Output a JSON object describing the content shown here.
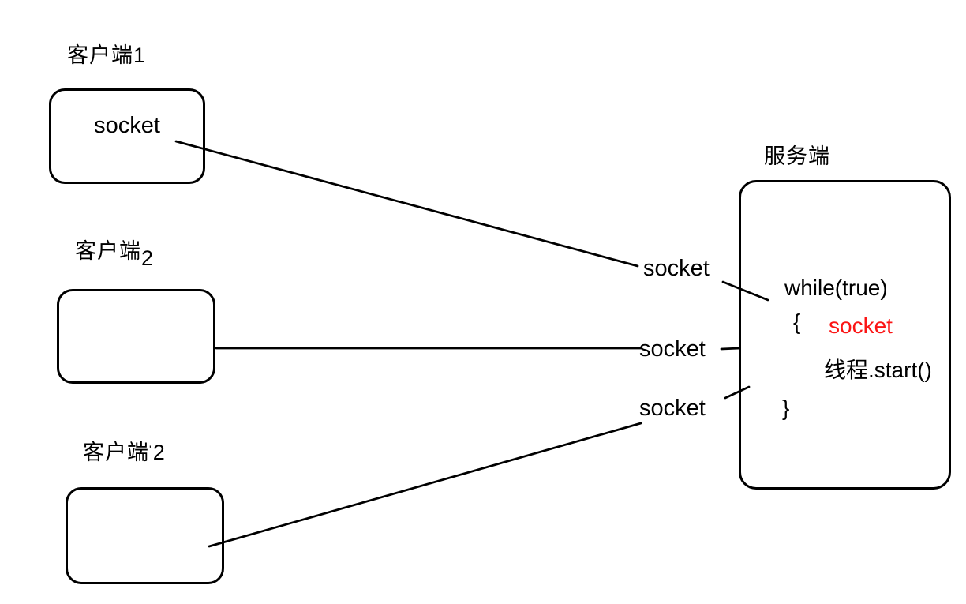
{
  "diagram": {
    "title_hint": "client-server socket diagram",
    "clients": [
      {
        "name": "客户端",
        "num": "1",
        "socket_text": "socket"
      },
      {
        "name": "客户端",
        "num": "2"
      },
      {
        "name": "客户端",
        "num": "2",
        "tick": "'"
      }
    ],
    "server": {
      "label": "服务端",
      "code_line_1": "while(true)",
      "open_brace": "{",
      "socket_word": "socket",
      "code_line_2": "线程.start()",
      "close_brace": "}"
    },
    "connection_labels": [
      "socket",
      "socket",
      "socket"
    ],
    "colors": {
      "stroke": "#000000",
      "text": "#000000",
      "highlight_red": "#fb1414",
      "background": "#ffffff"
    }
  }
}
